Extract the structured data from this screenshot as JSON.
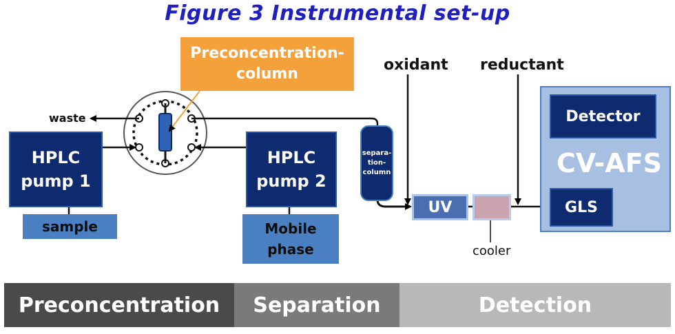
{
  "title": "Figure 3 Instrumental set-up",
  "components": {
    "preconcentration_column": "Preconcentration-\ncolumn",
    "hplc_pump_1": "HPLC\npump 1",
    "hplc_pump_2": "HPLC\npump 2",
    "sample": "sample",
    "mobile_phase": "Mobile\nphase",
    "separation_column": "separa-\ntion-\ncolumn",
    "uv": "UV",
    "cooler": "cooler",
    "oxidant": "oxidant",
    "reductant": "reductant",
    "detector": "Detector",
    "cv_afs": "CV-AFS",
    "gls": "GLS",
    "waste": "waste"
  },
  "stages": [
    "Preconcentration",
    "Separation",
    "Detection"
  ],
  "colors": {
    "title": "#1f1fbf",
    "dark_box": "#0d2b6e",
    "mid_box": "#4a7fc2",
    "orange": "#f4a13c",
    "stage1": "#4a4a4a",
    "stage2": "#7a7a7a",
    "stage3": "#b8b8b8"
  }
}
